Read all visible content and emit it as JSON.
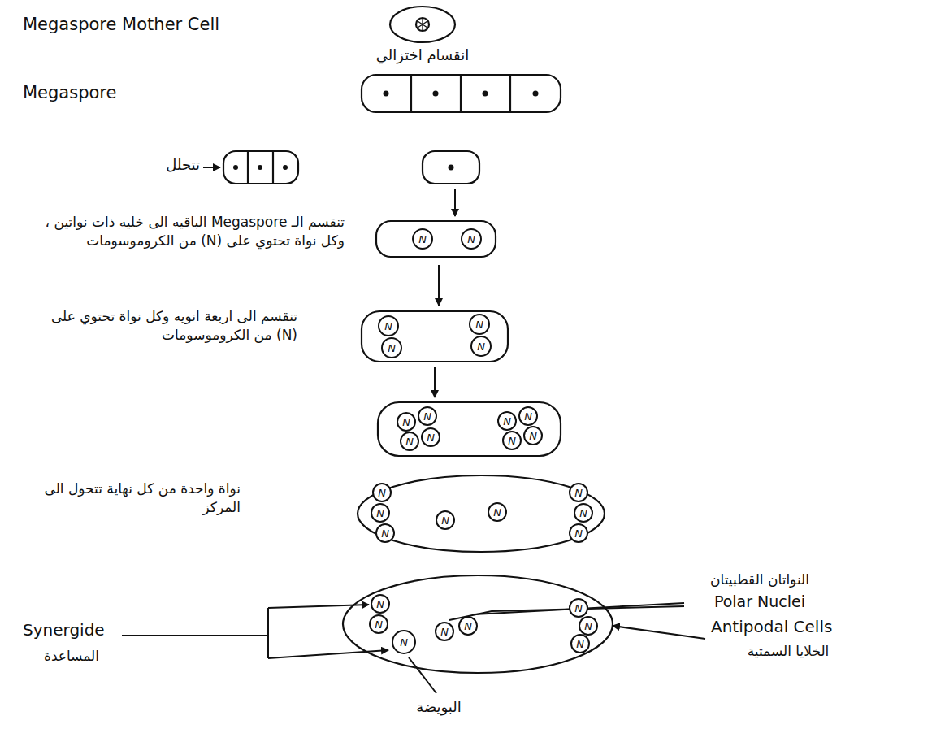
{
  "diagram": {
    "nodes": [
      {
        "text": [
          "N"
        ]
      },
      {
        "text": [
          "N"
        ]
      },
      {
        "text": [
          "N"
        ]
      },
      {
        "text": [
          "N"
        ]
      },
      {
        "text": [
          "N"
        ]
      },
      {
        "text": [
          "N"
        ]
      },
      {
        "text": [
          "N"
        ]
      },
      {
        "text": [
          "N"
        ]
      },
      {
        "text": [
          "N"
        ]
      },
      {
        "text": [
          "N"
        ]
      },
      {
        "text": [
          "N"
        ]
      },
      {
        "text": [
          "N"
        ]
      },
      {
        "text": [
          "N"
        ]
      },
      {
        "text": [
          "N"
        ]
      },
      {
        "text": [
          "N"
        ]
      },
      {
        "text": [
          "N"
        ]
      },
      {
        "text": [
          "N"
        ]
      },
      {
        "text": [
          "N"
        ]
      },
      {
        "text": [
          "N"
        ]
      },
      {
        "text": [
          "N"
        ]
      },
      {
        "text": [
          "N"
        ]
      },
      {
        "text": [
          "N"
        ]
      },
      {
        "text": [
          "N"
        ]
      },
      {
        "text": [
          "N"
        ]
      },
      {
        "text": [
          "N"
        ]
      },
      {
        "text": [
          "N"
        ]
      },
      {
        "text": [
          "N"
        ]
      },
      {
        "text": [
          "N"
        ]
      },
      {
        "text": [
          "N"
        ]
      },
      {
        "text": [
          "N"
        ]
      }
    ],
    "labels": [
      "Megaspore Mother Cell",
      "انقسام اختزالي",
      "Megaspore",
      "تتحلل",
      "تنقسم الـ Megaspore الباقيه الى خليه ذات نواتين ، وكل نواة تحتوي على (N) من الكروموسومات",
      "تنقسم الى اربعة انويه وكل نواة تحتوي على (N) من الكروموسومات",
      "نواة واحدة من كل نهاية تتحول الى المركز",
      "النواتان القطبيتان",
      "Polar Nuclei",
      "Synergide",
      "المساعدة",
      "Antipodal Cells",
      "الخلايا السمتية",
      "البويضة"
    ]
  }
}
